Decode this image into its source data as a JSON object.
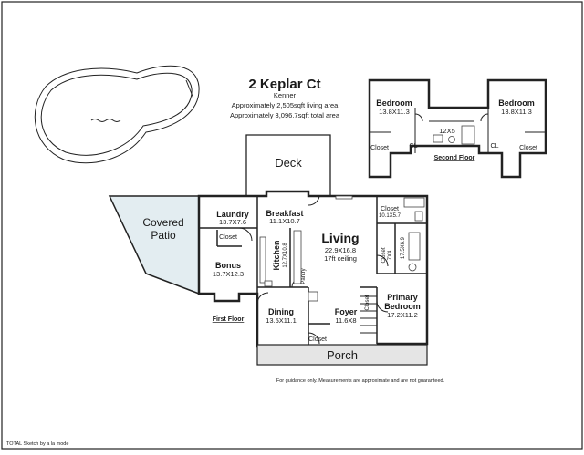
{
  "header": {
    "address": "2 Keplar Ct",
    "city": "Kenner",
    "living_area": "Approximately 2,505sqft living area",
    "total_area": "Approximately 3,096.7sqft total area"
  },
  "first_floor": {
    "label": "First Floor",
    "covered_patio": [
      "Covered",
      "Patio"
    ],
    "deck": "Deck",
    "laundry": {
      "name": "Laundry",
      "dim": "13.7X7.6"
    },
    "breakfast": {
      "name": "Breakfast",
      "dim": "11.1X10.7"
    },
    "living": {
      "name": "Living",
      "dim": "22.9X16.8",
      "note": "17ft ceiling"
    },
    "kitchen": {
      "name": "Kitchen",
      "dim": "12.7X10.8"
    },
    "pantry": "Pantry",
    "bonus": {
      "name": "Bonus",
      "dim": "13.7X12.3"
    },
    "dining": {
      "name": "Dining",
      "dim": "13.5X11.1"
    },
    "foyer": {
      "name": "Foyer",
      "dim": "11.6X8"
    },
    "primary": {
      "name1": "Primary",
      "name2": "Bedroom",
      "dim": "17.2X11.2"
    },
    "closet_top": {
      "name": "Closet",
      "dim": "10.1X5.7"
    },
    "closet_side": {
      "name": "Closet",
      "dim": "7X4"
    },
    "bath_dim": "17.5X6.9",
    "closet": "Closet",
    "porch": "Porch"
  },
  "second_floor": {
    "label": "Second Floor",
    "bedroom_left": {
      "name": "Bedroom",
      "dim": "13.8X11.3"
    },
    "bedroom_right": {
      "name": "Bedroom",
      "dim": "13.8X11.3"
    },
    "bath_dim": "12X5",
    "closet": "Closet",
    "cl": "CL"
  },
  "footer": {
    "disclaimer": "For guidance only. Measurements are approximate and are not guaranteed.",
    "credit": "TOTAL Sketch by a la mode"
  },
  "colors": {
    "patio_fill": "#e3edf1",
    "porch_fill": "#e5e5e5",
    "wall": "#222222"
  }
}
